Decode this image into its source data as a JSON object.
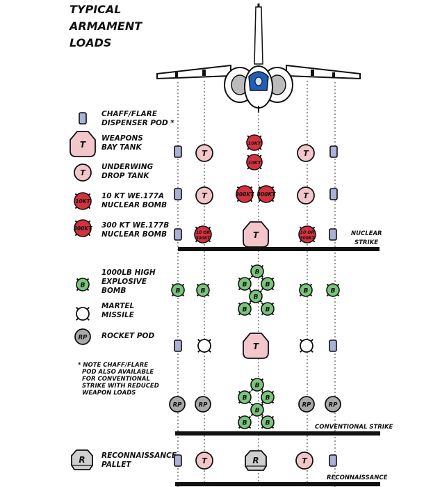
{
  "title": [
    "TYPICAL",
    "ARMAMENT",
    "LOADS"
  ],
  "legend": {
    "chaff_flare": [
      "CHAFF/FLARE",
      "DISPENSER POD *"
    ],
    "weapons_bay_tank": [
      "WEAPONS",
      "BAY TANK"
    ],
    "underwing_tank": [
      "UNDERWING",
      "DROP TANK"
    ],
    "bomb_10kt": [
      "10 KT WE.177A",
      "NUCLEAR BOMB"
    ],
    "bomb_300kt": [
      "300 KT WE.177B",
      "NUCLEAR BOMB"
    ],
    "he_bomb": [
      "1000LB HIGH",
      "EXPLOSIVE",
      "BOMB"
    ],
    "martel": [
      "MARTEL",
      "MISSILE"
    ],
    "rocket_pod": [
      "ROCKET POD"
    ],
    "recon_pallet": [
      "RECONNAISSANCE",
      "PALLET"
    ]
  },
  "note": [
    "* NOTE CHAFF/FLARE",
    "POD ALSO AVAILABLE",
    "FOR CONVENTIONAL",
    "STRIKE WITH REDUCED",
    "WEAPON LOADS"
  ],
  "sections": {
    "nuclear": [
      "NUCLEAR",
      "STRIKE"
    ],
    "conventional": "CONVENTIONAL STRIKE",
    "recon": "RECONNAISSANCE"
  },
  "symbol_labels": {
    "tank": "T",
    "he_bomb": "B",
    "rocket_pod": "RP",
    "recon": "R",
    "bomb_10kt": "10KT",
    "bomb_300kt": "300KT",
    "bomb_10or300": [
      "10 OR",
      "300KT"
    ]
  },
  "colors": {
    "chaff": "#aab0d8",
    "tank": "#f3c6cb",
    "bomb": "#d3323e",
    "he_bomb": "#7ac47b",
    "rocket": "#a9a9a9",
    "recon": "#cfcfcf",
    "canopy": "#1f5fb8"
  }
}
